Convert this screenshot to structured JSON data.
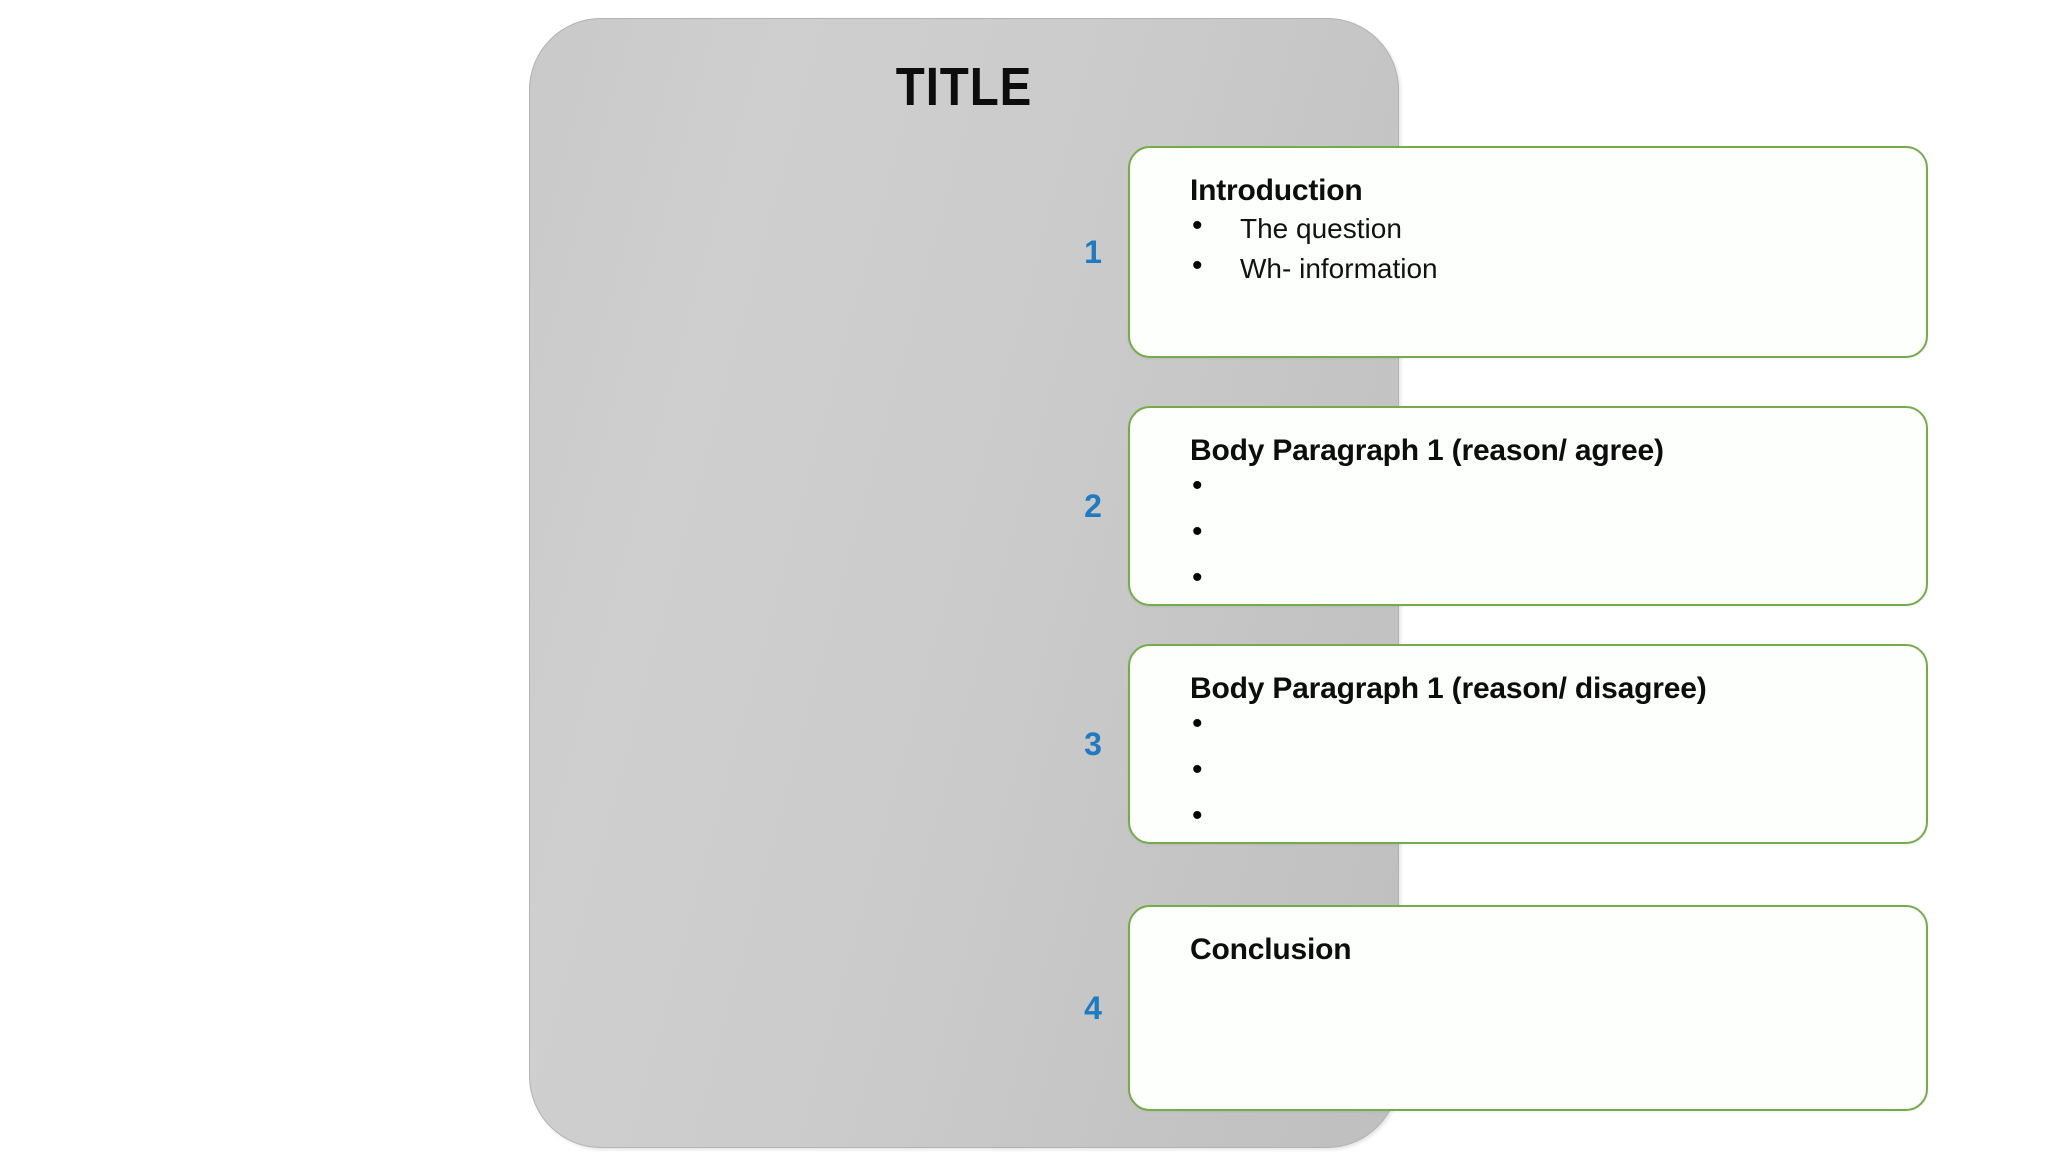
{
  "background_color": "#ffffff",
  "panel": {
    "background_color": "#cccccc",
    "title": "TITLE"
  },
  "theme": {
    "card_border_color": "#76ab4c",
    "card_fill_color": "#fdfffd",
    "number_color": "#1f7ac0",
    "heading_color": "#0d0d0d"
  },
  "sections": [
    {
      "number": "1",
      "heading": "Introduction",
      "bullets": [
        "The question",
        "Wh- information"
      ],
      "bullet_count": 2
    },
    {
      "number": "2",
      "heading": "Body Paragraph 1 (reason/ agree)",
      "bullets": [
        "",
        "",
        ""
      ],
      "bullet_count": 3
    },
    {
      "number": "3",
      "heading": "Body Paragraph 1 (reason/ disagree)",
      "bullets": [
        "",
        "",
        ""
      ],
      "bullet_count": 3
    },
    {
      "number": "4",
      "heading": "Conclusion",
      "bullets": [],
      "bullet_count": 0
    }
  ]
}
